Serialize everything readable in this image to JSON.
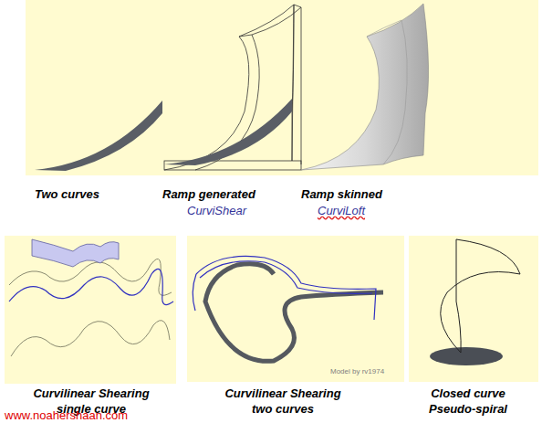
{
  "diagram": {
    "labels": [
      "Two curves",
      "Ramp generated",
      "CurviShear",
      "Ramp skinned",
      "CurviLoft",
      "Curvilinear Shearing single curve",
      "Curvilinear Shearing two curves",
      "Closed curve Pseudo-spiral",
      "Model by rv1974",
      "www.noahershaan.com"
    ]
  }
}
